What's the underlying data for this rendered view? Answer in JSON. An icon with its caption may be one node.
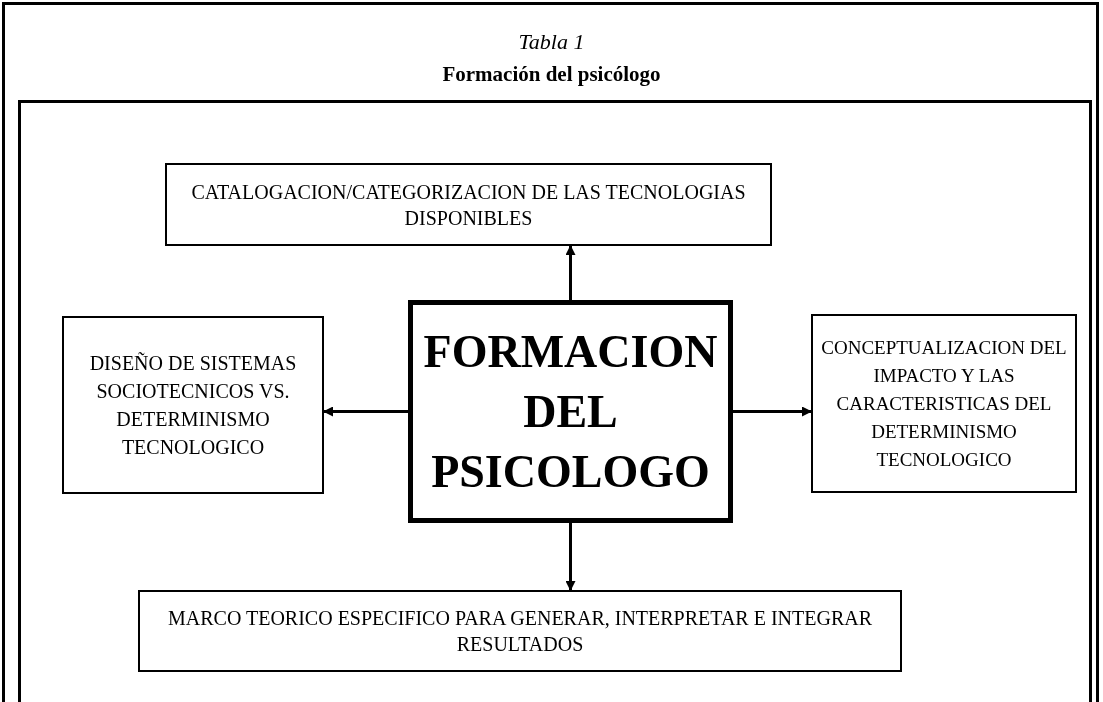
{
  "diagram": {
    "title": "Formación del psicólogo",
    "nodes": [
      {
        "text": [
          "CATALOGACION/CATEGORIZACION DE LAS TECNOLOGIAS DISPONIBLES"
        ]
      },
      {
        "text": [
          "DISEÑO DE SISTEMAS SOCIOTECNICOS VS. DETERMINISMO TECNOLOGICO"
        ]
      },
      {
        "text": [
          "FORMACION DEL PSICOLOGO"
        ]
      },
      {
        "text": [
          "CONCEPTUALIZACION DEL IMPACTO Y LAS CARACTERISTICAS DEL DETERMINISMO TECNOLOGICO"
        ]
      },
      {
        "text": [
          "MARCO TEORICO ESPECIFICO PARA GENERAR, INTERPRETAR E INTEGRAR RESULTADOS"
        ]
      }
    ],
    "edges": [
      {
        "from": 2,
        "to": 0,
        "arrow": "to"
      },
      {
        "from": 2,
        "to": 1,
        "arrow": "to"
      },
      {
        "from": 2,
        "to": 3,
        "arrow": "to"
      },
      {
        "from": 2,
        "to": 4,
        "arrow": "to"
      }
    ],
    "labels": [
      "Tabla 1"
    ]
  }
}
